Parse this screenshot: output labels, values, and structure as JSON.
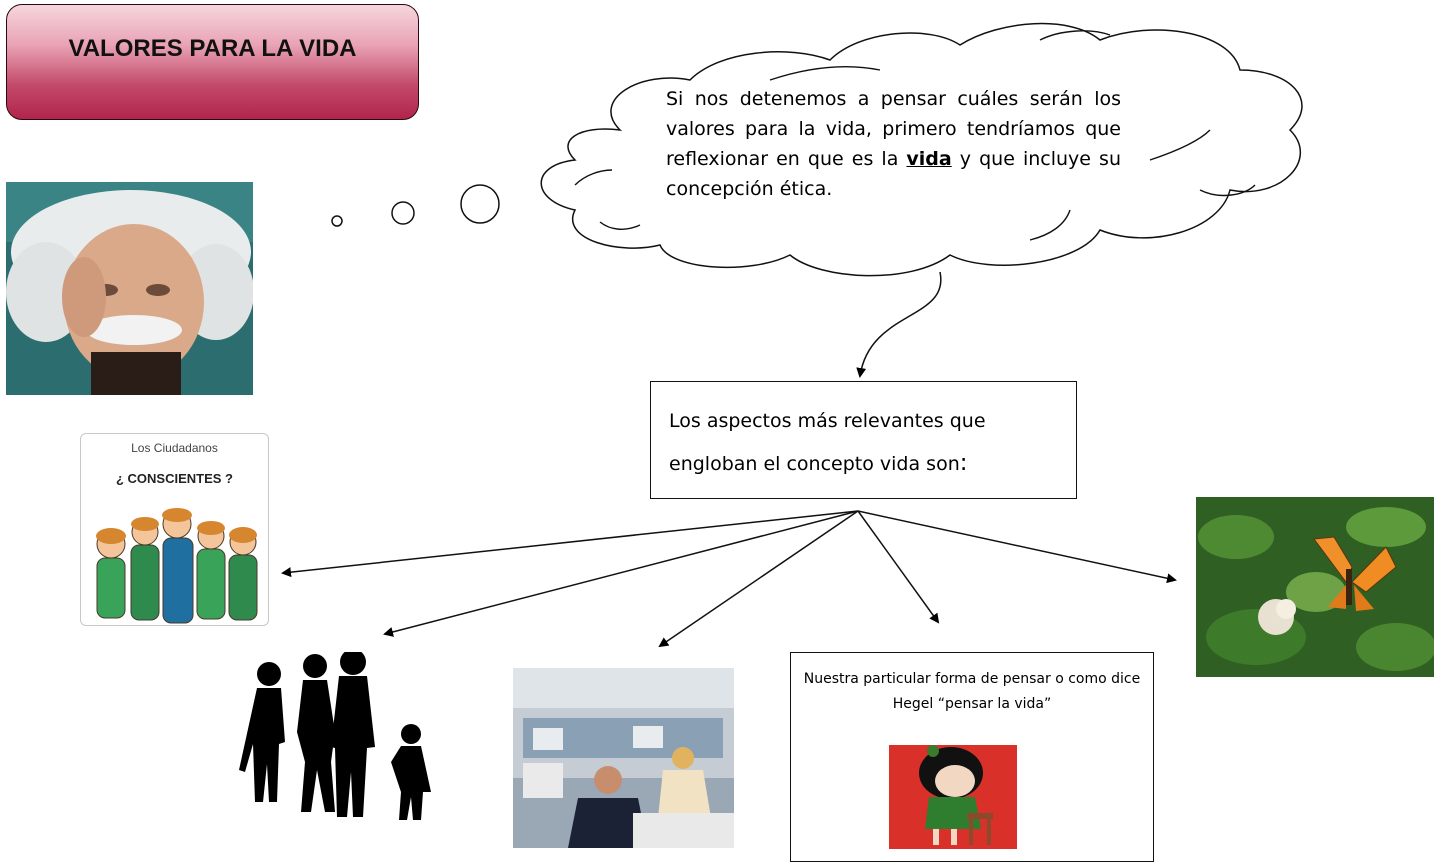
{
  "title": "VALORES PARA LA VIDA",
  "thought": {
    "text_before": "Si nos detenemos a pensar cuáles serán los valores para la vida, primero tendríamos que reflexionar en que es la ",
    "link_word": "vida",
    "text_after": " y que incluye su concepción ética."
  },
  "aspects": {
    "text": "Los aspectos más relevantes que engloban el concepto vida son",
    "colon": ":"
  },
  "citizens_card": {
    "title": "Los Ciudadanos",
    "subtitle": "¿ CONSCIENTES ?"
  },
  "hegel_box": {
    "text": "Nuestra particular forma de pensar o como dice Hegel “pensar la vida”"
  },
  "colors": {
    "title_gradient_top": "#f6d6de",
    "title_gradient_bottom": "#b2244c",
    "line": "#000000"
  }
}
